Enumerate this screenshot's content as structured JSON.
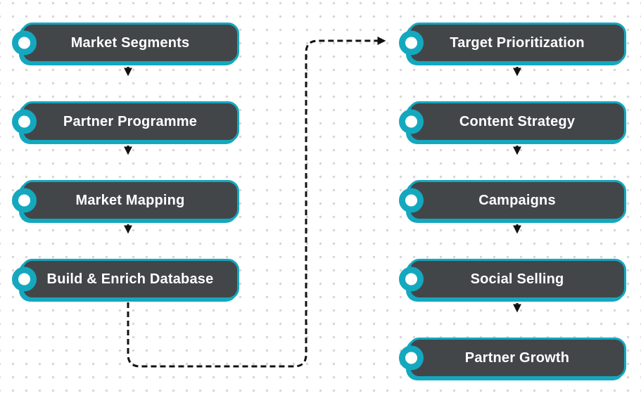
{
  "diagram": {
    "colors": {
      "node_fill": "#434649",
      "node_border": "#14a8bf",
      "connector_color": "#111111",
      "text_color": "#ffffff",
      "dot_color": "#d6d6d6",
      "canvas_bg": "#ffffff"
    },
    "left_column": [
      {
        "label": "Market Segments"
      },
      {
        "label": "Partner Programme"
      },
      {
        "label": "Market Mapping"
      },
      {
        "label": "Build & Enrich Database"
      }
    ],
    "right_column": [
      {
        "label": "Target Prioritization"
      },
      {
        "label": "Content Strategy"
      },
      {
        "label": "Campaigns"
      },
      {
        "label": "Social Selling"
      },
      {
        "label": "Partner Growth"
      }
    ],
    "flow": {
      "left_to_right_bridge": "Build & Enrich Database -> Target Prioritization",
      "connector_style": "dashed"
    }
  }
}
